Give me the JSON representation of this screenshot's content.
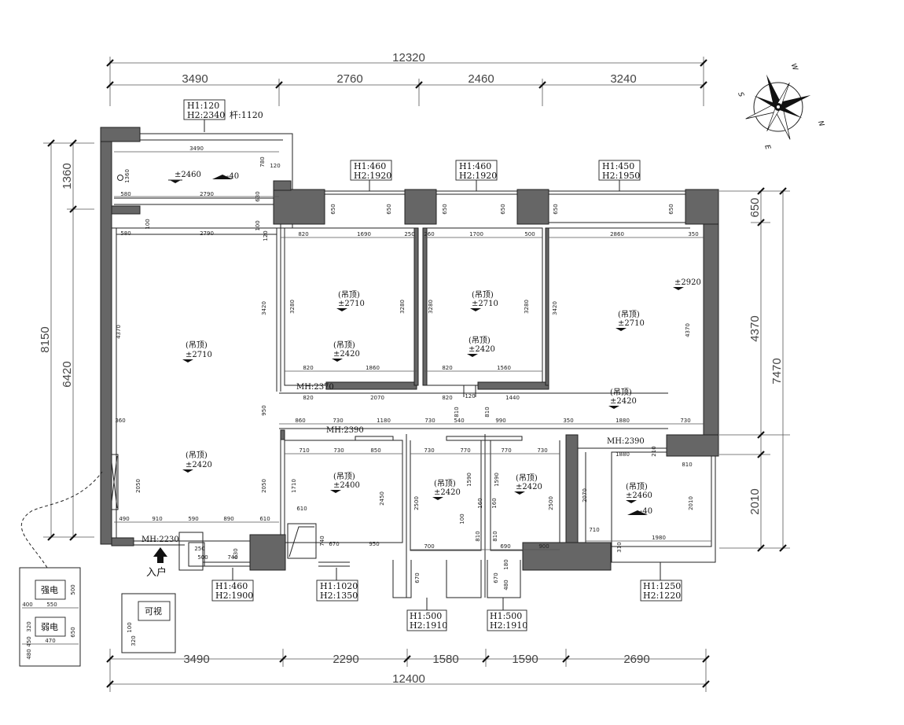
{
  "dims": {
    "top_total": "12320",
    "top_segments": [
      "3490",
      "2760",
      "2460",
      "3240"
    ],
    "bottom_total": "12400",
    "bottom_segments": [
      "3490",
      "2290",
      "1580",
      "1590",
      "2690"
    ],
    "left_total": "8150",
    "left_segments": [
      "1360",
      "6420"
    ],
    "right_total": "7470",
    "right_segments": [
      "650",
      "4370",
      "2010"
    ]
  },
  "compass": {
    "north": "N",
    "south": "S",
    "east": "E",
    "west": "W"
  },
  "windows": {
    "balcony": {
      "h1": "H1:120",
      "h2": "H2:2340",
      "rail": "杆:1120"
    },
    "bed2": {
      "h1": "H1:460",
      "h2": "H2:1920"
    },
    "bed3": {
      "h1": "H1:460",
      "h2": "H2:1920"
    },
    "master": {
      "h1": "H1:450",
      "h2": "H2:1950"
    },
    "entry": {
      "h1": "H1:460",
      "h2": "H2:1900"
    },
    "kitchen": {
      "h1": "H1:1020",
      "h2": "H2:1350"
    },
    "bath1": {
      "h1": "H1:500",
      "h2": "H2:1910"
    },
    "bath2": {
      "h1": "H1:500",
      "h2": "H2:1910"
    },
    "study": {
      "h1": "H1:1250",
      "h2": "H2:1220"
    }
  },
  "levels": {
    "ceiling_label": "(吊顶)",
    "balcony": [
      "±2460",
      "-40"
    ],
    "living": "±2710",
    "dining": "±2420",
    "bed2_top": "±2710",
    "bed2_low": "±2420",
    "bed3_top": "±2710",
    "bed3_low": "±2420",
    "master_top": "±2710",
    "master_side": "±2920",
    "hall": "±2420",
    "kitchen": "±2400",
    "bath1": "±2420",
    "bath2": "±2420",
    "study": [
      "±2460",
      "-40"
    ]
  },
  "door_heights": {
    "entry": "MH:2230",
    "bed2": "MH:2370",
    "kitchen": "MH:2390",
    "study": "MH:2390"
  },
  "labels": {
    "entrance": "入户",
    "strong_power": "强电",
    "weak_power": "弱电",
    "intercom": "可视"
  },
  "small_dims": {
    "balcony": [
      "3490",
      "1360",
      "780",
      "120",
      "580",
      "2790",
      "630",
      "100"
    ],
    "living": [
      "580",
      "2790",
      "120",
      "100",
      "4370",
      "3420",
      "950",
      "360",
      "2050",
      "2050",
      "490",
      "910",
      "590",
      "890",
      "610"
    ],
    "bed2": [
      "650",
      "650",
      "820",
      "1690",
      "250",
      "3280",
      "3280",
      "820",
      "1860",
      "820",
      "2070"
    ],
    "bed3": [
      "260",
      "650",
      "650",
      "1700",
      "500",
      "3280",
      "3280",
      "820",
      "1560",
      "820",
      "1440"
    ],
    "master": [
      "650",
      "650",
      "2860",
      "350",
      "3420",
      "4370",
      "990",
      "350",
      "1880",
      "730",
      "1880",
      "810",
      "210"
    ],
    "hall": [
      "860",
      "730",
      "1180",
      "730",
      "540",
      "810",
      "810",
      "120"
    ],
    "kitchen": [
      "710",
      "730",
      "850",
      "1710",
      "2450",
      "610",
      "740",
      "670",
      "950"
    ],
    "baths": [
      "730",
      "770",
      "770",
      "730",
      "1590",
      "1590",
      "2500",
      "2500",
      "160",
      "160",
      "100",
      "810",
      "810",
      "700",
      "690",
      "900",
      "670",
      "670",
      "480",
      "180"
    ],
    "study": [
      "2070",
      "2010",
      "710",
      "1980",
      "310"
    ],
    "entry": [
      "250",
      "500",
      "630",
      "740"
    ],
    "panel": [
      "500",
      "400",
      "550",
      "320",
      "650",
      "450",
      "470",
      "480",
      "100",
      "320"
    ]
  }
}
